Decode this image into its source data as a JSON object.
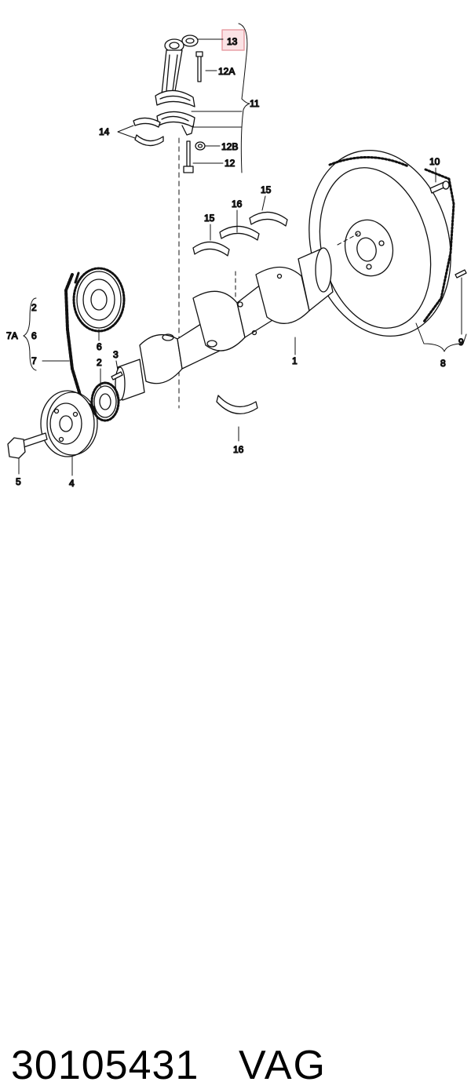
{
  "diagram": {
    "callouts": {
      "c13": "13",
      "c12a": "12A",
      "c11": "11",
      "c14": "14",
      "c12b": "12B",
      "c12": "12",
      "c10": "10",
      "c15a": "15",
      "c16a": "16",
      "c15b": "15",
      "c7a": "7A",
      "c2a": "2",
      "c6a": "6",
      "c7": "7",
      "c6b": "6",
      "c3": "3",
      "c2b": "2",
      "c1": "1",
      "c9": "9",
      "c8": "8",
      "c16b": "16",
      "c5": "5",
      "c4": "4"
    },
    "highlight_color": "#e8a0a6",
    "highlight_fill": "#fbe3e5"
  },
  "footer": {
    "part_number": "30105431",
    "brand": "VAG"
  }
}
